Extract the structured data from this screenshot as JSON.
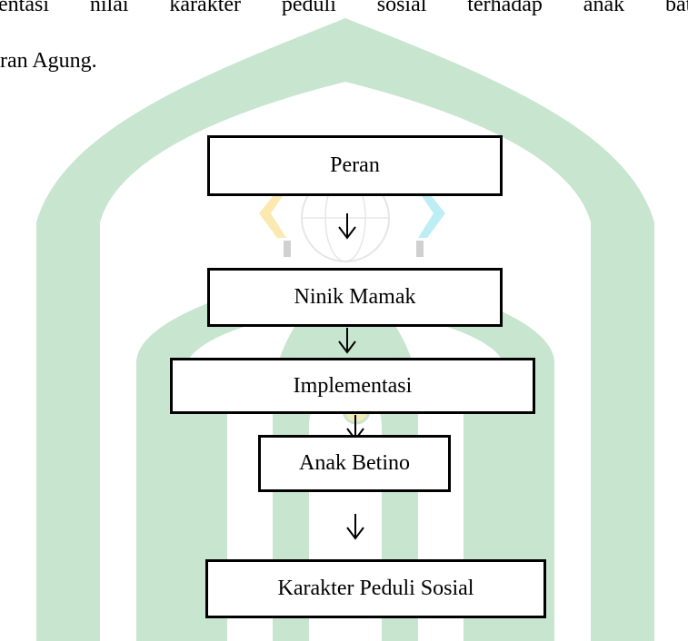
{
  "document": {
    "paragraph_line1_words": [
      "entasi",
      "nilai",
      "karakter",
      "peduli",
      "sosial",
      "terhadap",
      "anak",
      "bati"
    ],
    "paragraph_line2": "ran Agung."
  },
  "flowchart": {
    "steps": [
      "Peran",
      "Ninik Mamak",
      "Implementasi",
      "Anak Betino",
      "Karakter Peduli Sosial"
    ]
  },
  "colors": {
    "watermark_green": "#c7e5cf",
    "watermark_green_dark": "#b6dcc1",
    "logo_yellow": "#fbe9b0",
    "logo_cyan": "#bdeef5",
    "logo_gray": "#d0d0d0",
    "box_border": "#000000",
    "text": "#000000"
  }
}
